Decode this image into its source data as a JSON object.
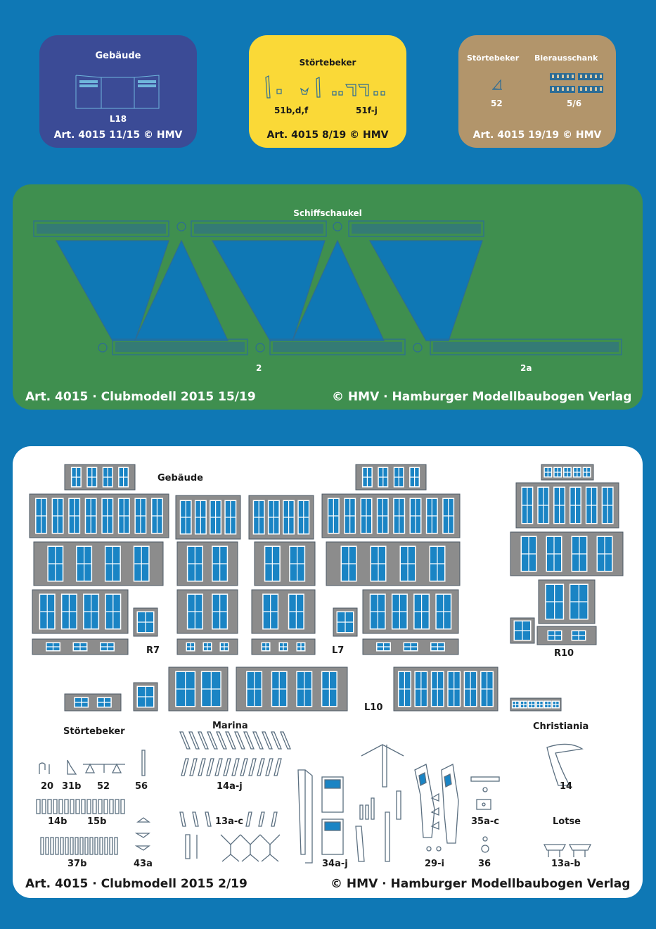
{
  "cards": {
    "gebaude_small": {
      "title": "Gebäude",
      "part": "L18",
      "art": "Art. 4015 11/15 © HMV",
      "bg": "#3b4b96"
    },
    "stortebeker_small": {
      "title": "Störtebeker",
      "parts": [
        "51b,d,f",
        "51f-j"
      ],
      "art": "Art. 4015 8/19 © HMV",
      "bg": "#fad937"
    },
    "bier": {
      "titles": [
        "Störtebeker",
        "Bierausschank"
      ],
      "parts": [
        "52",
        "5/6"
      ],
      "art": "Art. 4015 19/19 © HMV",
      "bg": "#b2956b"
    }
  },
  "schiff": {
    "title": "Schiffschaukel",
    "parts": [
      "2",
      "2a"
    ],
    "footer_left": "Art. 4015 · Clubmodell 2015 15/19",
    "footer_right": "© HMV · Hamburger Modellbaubogen Verlag",
    "bg": "#3f8f4f"
  },
  "sheet": {
    "gebaude": "Gebäude",
    "r7": "R7",
    "l7": "L7",
    "r10": "R10",
    "l10": "L10",
    "stortebeker": "Störtebeker",
    "marina": "Marina",
    "christiania": "Christiania",
    "lotse": "Lotse",
    "labels": {
      "p20": "20",
      "p31b": "31b",
      "p52": "52",
      "p56": "56",
      "p14b": "14b",
      "p15b": "15b",
      "p37b": "37b",
      "p43a": "43a",
      "p14aj": "14a-j",
      "p13ac": "13a-c",
      "p34aj": "34a-j",
      "p29i": "29-i",
      "p35ac": "35a-c",
      "p36": "36",
      "p14": "14",
      "p13ab": "13a-b"
    },
    "footer_left": "Art. 4015 · Clubmodell 2015 2/19",
    "footer_right": "© HMV · Hamburger Modellbaubogen Verlag",
    "bg": "#ffffff"
  },
  "colors": {
    "background": "#0f78b5",
    "facade": "#8c8c8c",
    "window": "#1a84c4"
  }
}
